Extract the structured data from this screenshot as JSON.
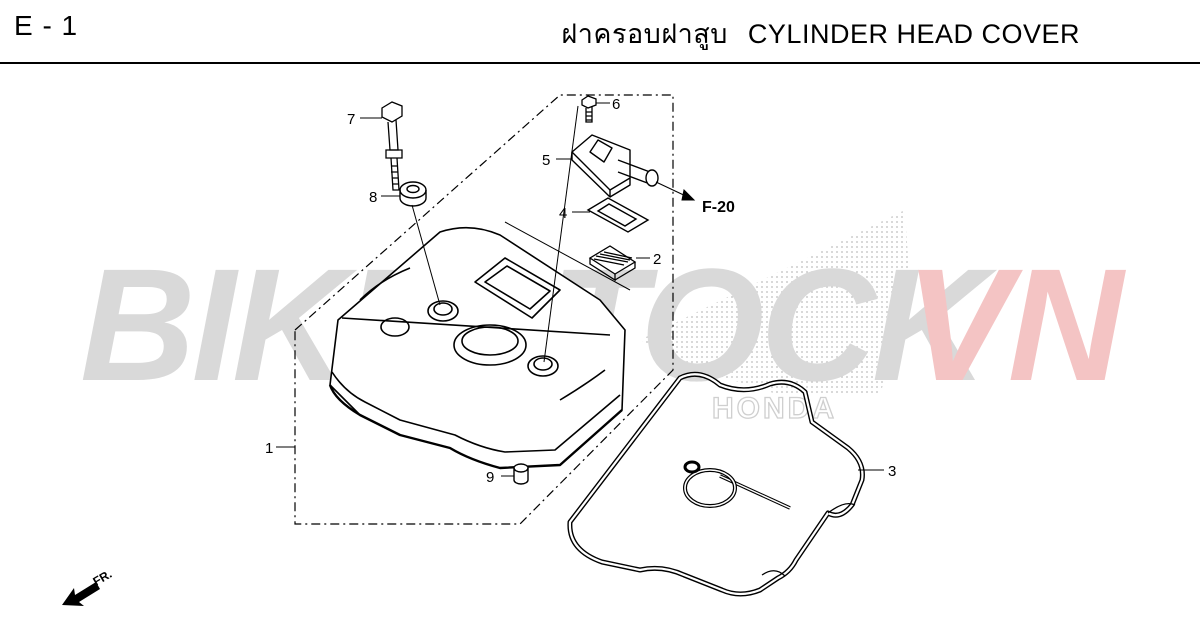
{
  "header": {
    "page_code": "E - 1",
    "title_thai": "ฝาครอบฝาสูบ",
    "title_en": "CYLINDER HEAD COVER"
  },
  "watermark": {
    "text_main": "BIKESTOCK",
    "text_accent": "VN",
    "subtext": "HONDA",
    "color_main": "#d9d9d9",
    "color_accent": "#f4c4c4"
  },
  "callouts": [
    "1",
    "2",
    "3",
    "4",
    "5",
    "6",
    "7",
    "8",
    "9"
  ],
  "reference": "F-20",
  "direction": {
    "label": "FR."
  }
}
